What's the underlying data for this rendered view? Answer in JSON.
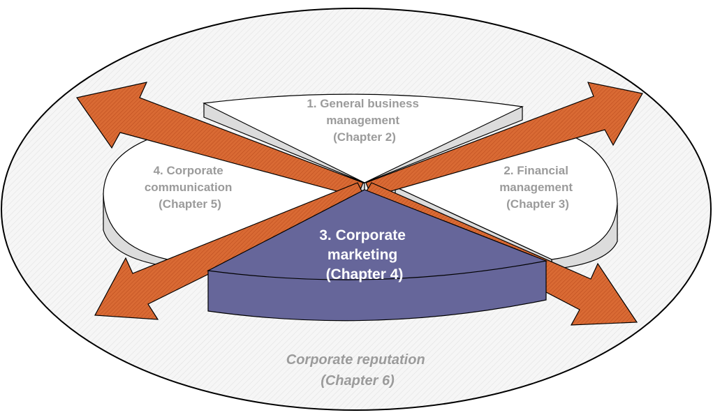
{
  "diagram": {
    "segments": [
      {
        "id": "general-business",
        "lines": [
          "1.  General business",
          "management",
          "(Chapter 2)"
        ],
        "highlighted": false
      },
      {
        "id": "financial",
        "lines": [
          "2.  Financial",
          "management",
          "(Chapter 3)"
        ],
        "highlighted": false
      },
      {
        "id": "marketing",
        "lines": [
          "3.  Corporate",
          "marketing",
          "(Chapter 4)"
        ],
        "highlighted": true
      },
      {
        "id": "communication",
        "lines": [
          "4. Corporate",
          "communication",
          "(Chapter 5)"
        ],
        "highlighted": false
      }
    ],
    "outer": {
      "lines": [
        "Corporate reputation",
        "(Chapter 6)"
      ]
    },
    "colors": {
      "segment_fill": "#ffffff",
      "segment_side": "#dcdcdc",
      "highlight_fill": "#66669a",
      "arrow_fill": "#d4602a",
      "outline": "#000000",
      "label_gray": "#9b9b9b",
      "hatch": "#e6e6e6"
    }
  }
}
